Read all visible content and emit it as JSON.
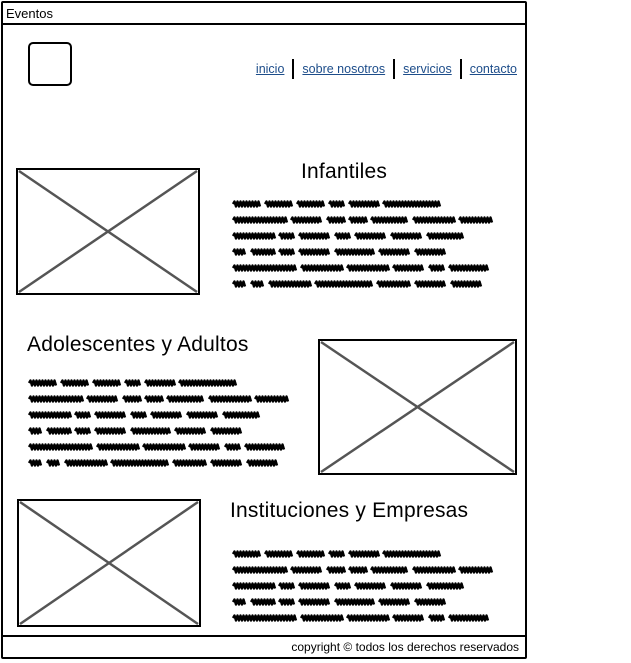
{
  "window": {
    "title": "Eventos"
  },
  "nav": {
    "items": [
      {
        "label": "inicio"
      },
      {
        "label": "sobre nosotros"
      },
      {
        "label": "servicios"
      },
      {
        "label": "contacto"
      }
    ],
    "link_color": "#1d4d8a"
  },
  "sections": [
    {
      "heading": "Infantiles"
    },
    {
      "heading": "Adolescentes y Adultos"
    },
    {
      "heading": "Instituciones y Empresas"
    }
  ],
  "footer": {
    "text": "copyright © todos los derechos reservados"
  }
}
